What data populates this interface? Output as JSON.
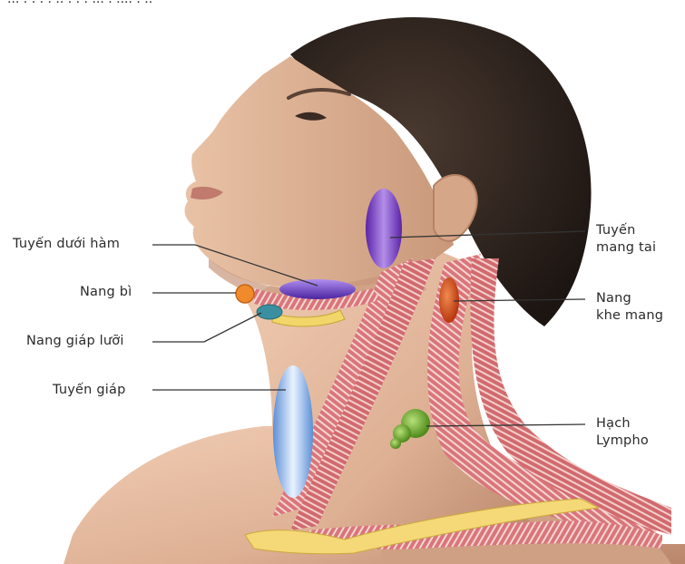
{
  "top_text": "... . . . . .. . . . ... . .... . ..",
  "labels": {
    "submandibular": "Tuyến dưới hàm",
    "dermoid": "Nang bì",
    "thyroglossal": "Nang giáp lưỡi",
    "thyroid": "Tuyến giáp",
    "parotid_line1": "Tuyến",
    "parotid_line2": "mang tai",
    "branchial_line1": "Nang",
    "branchial_line2": "khe mang",
    "lymph_line1": "Hạch",
    "lymph_line2": "Lympho"
  },
  "colors": {
    "parotid": "#7a3cc4",
    "submandibular": "#6a3cc8",
    "dermoid": "#f08a2a",
    "thyroglossal": "#3a8fa0",
    "thyroid": "#7fb0e8",
    "branchial": "#d4541e",
    "lymph": "#6aa52a",
    "muscle": "#d9767a",
    "skin": "#e2b79b",
    "hair": "#2a211d",
    "leader": "#333333"
  }
}
